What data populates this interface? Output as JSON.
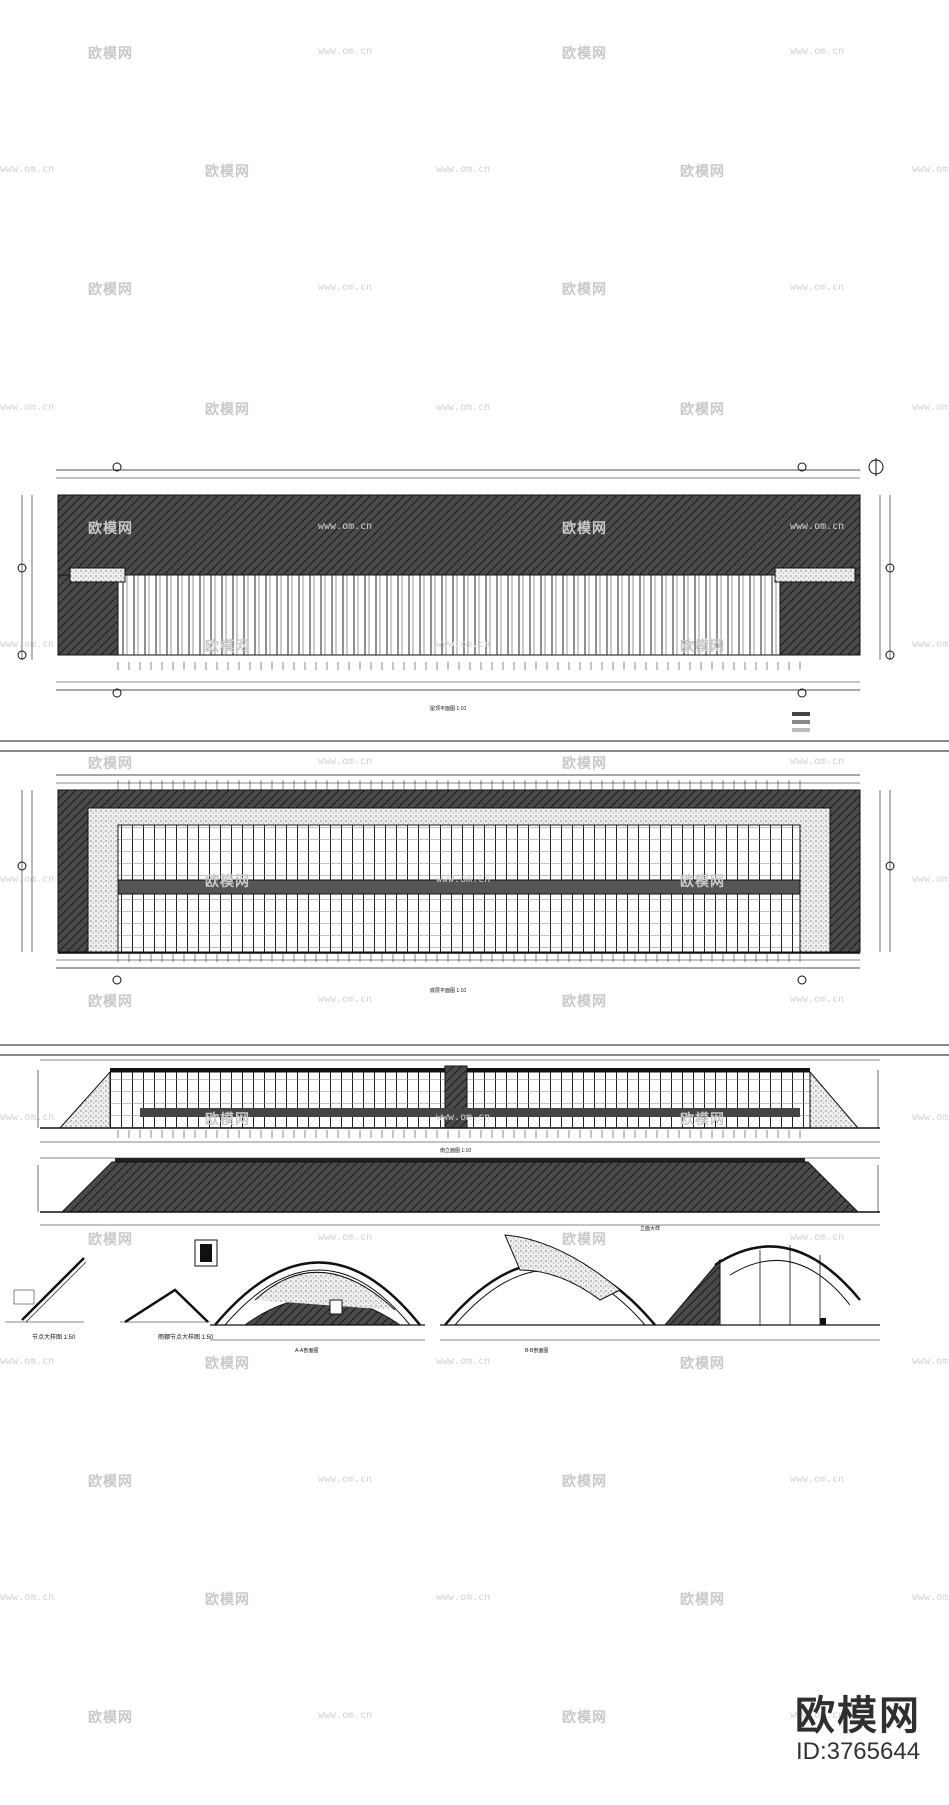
{
  "watermark": {
    "logo_text": "欧模网",
    "url_text": "www.om.cn"
  },
  "brand": {
    "logo": "欧模网",
    "id": "ID:3765644"
  },
  "drawings": {
    "plan_roof": "屋顶平面图  1:10",
    "plan_floor": "底层平面图  1:10",
    "elevation_south": "南立面图  1:10",
    "detail_1": "节点大样图  1:50",
    "detail_2": "雨棚节点大样图  1:50",
    "section_a": "A-A剖面图",
    "section_b": "B-B剖面图",
    "section_c": "立面大样"
  },
  "colors": {
    "line": "#111111",
    "hatch_dark": "#3a3a3a",
    "hatch_light": "#d8d8d8",
    "watermark": "#c9c9c9"
  }
}
